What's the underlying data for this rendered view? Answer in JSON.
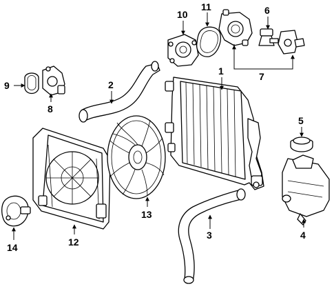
{
  "callouts": [
    {
      "id": "1",
      "label": "1"
    },
    {
      "id": "2",
      "label": "2"
    },
    {
      "id": "3",
      "label": "3"
    },
    {
      "id": "4",
      "label": "4"
    },
    {
      "id": "5",
      "label": "5"
    },
    {
      "id": "6",
      "label": "6"
    },
    {
      "id": "7",
      "label": "7"
    },
    {
      "id": "8",
      "label": "8"
    },
    {
      "id": "9",
      "label": "9"
    },
    {
      "id": "10",
      "label": "10"
    },
    {
      "id": "11",
      "label": "11"
    },
    {
      "id": "12",
      "label": "12"
    },
    {
      "id": "13",
      "label": "13"
    },
    {
      "id": "14",
      "label": "14"
    }
  ]
}
